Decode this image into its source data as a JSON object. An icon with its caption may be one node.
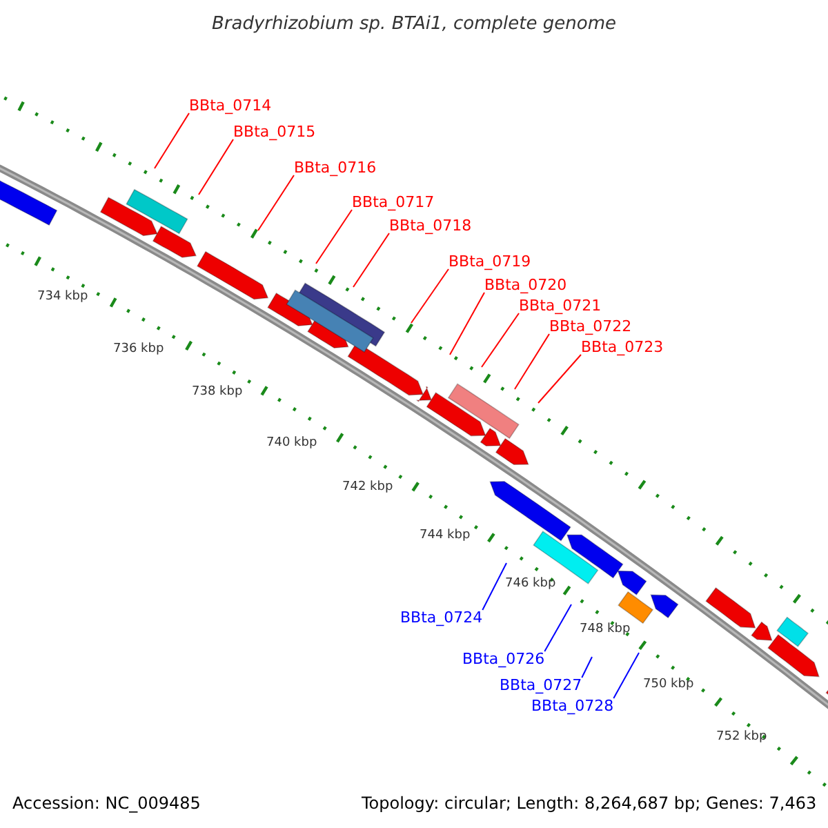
{
  "diagram": {
    "title": "Bradyrhizobium sp. BTAi1, complete genome",
    "nodes": [
      {
        "text": [
          "BBta_0714"
        ]
      },
      {
        "text": [
          "BBta_0715"
        ]
      },
      {
        "text": [
          "BBta_0716"
        ]
      },
      {
        "text": [
          "BBta_0717"
        ]
      },
      {
        "text": [
          "BBta_0718"
        ]
      },
      {
        "text": [
          "BBta_0719"
        ]
      },
      {
        "text": [
          "BBta_0720"
        ]
      },
      {
        "text": [
          "BBta_0721"
        ]
      },
      {
        "text": [
          "BBta_0722"
        ]
      },
      {
        "text": [
          "BBta_0723"
        ]
      },
      {
        "text": [
          "BBta_0724"
        ]
      },
      {
        "text": [
          "BBta_0726"
        ]
      },
      {
        "text": [
          "BBta_0727"
        ]
      },
      {
        "text": [
          "BBta_0728"
        ]
      }
    ],
    "edges": [
      {
        "from": 0,
        "to": null,
        "arrow": "none"
      },
      {
        "from": 1,
        "to": null,
        "arrow": "none"
      },
      {
        "from": 2,
        "to": null,
        "arrow": "none"
      },
      {
        "from": 3,
        "to": null,
        "arrow": "none"
      },
      {
        "from": 4,
        "to": null,
        "arrow": "none"
      },
      {
        "from": 5,
        "to": null,
        "arrow": "none"
      },
      {
        "from": 6,
        "to": null,
        "arrow": "none"
      },
      {
        "from": 7,
        "to": null,
        "arrow": "none"
      },
      {
        "from": 8,
        "to": null,
        "arrow": "none"
      },
      {
        "from": 9,
        "to": null,
        "arrow": "none"
      },
      {
        "from": 10,
        "to": null,
        "arrow": "none",
        "color": "#0000ff"
      },
      {
        "from": 11,
        "to": null,
        "arrow": "none",
        "color": "#0000ff"
      },
      {
        "from": 12,
        "to": null,
        "arrow": "none",
        "color": "#0000ff"
      },
      {
        "from": 13,
        "to": null,
        "arrow": "none",
        "color": "#0000ff"
      }
    ],
    "labels": [
      "734 kbp",
      "736 kbp",
      "738 kbp",
      "740 kbp",
      "742 kbp",
      "744 kbp",
      "746 kbp",
      "748 kbp",
      "750 kbp",
      "752 kbp",
      "Accession: NC_009485",
      "Topology: circular; Length: 8,264,687 bp; Genes: 7,463"
    ]
  }
}
